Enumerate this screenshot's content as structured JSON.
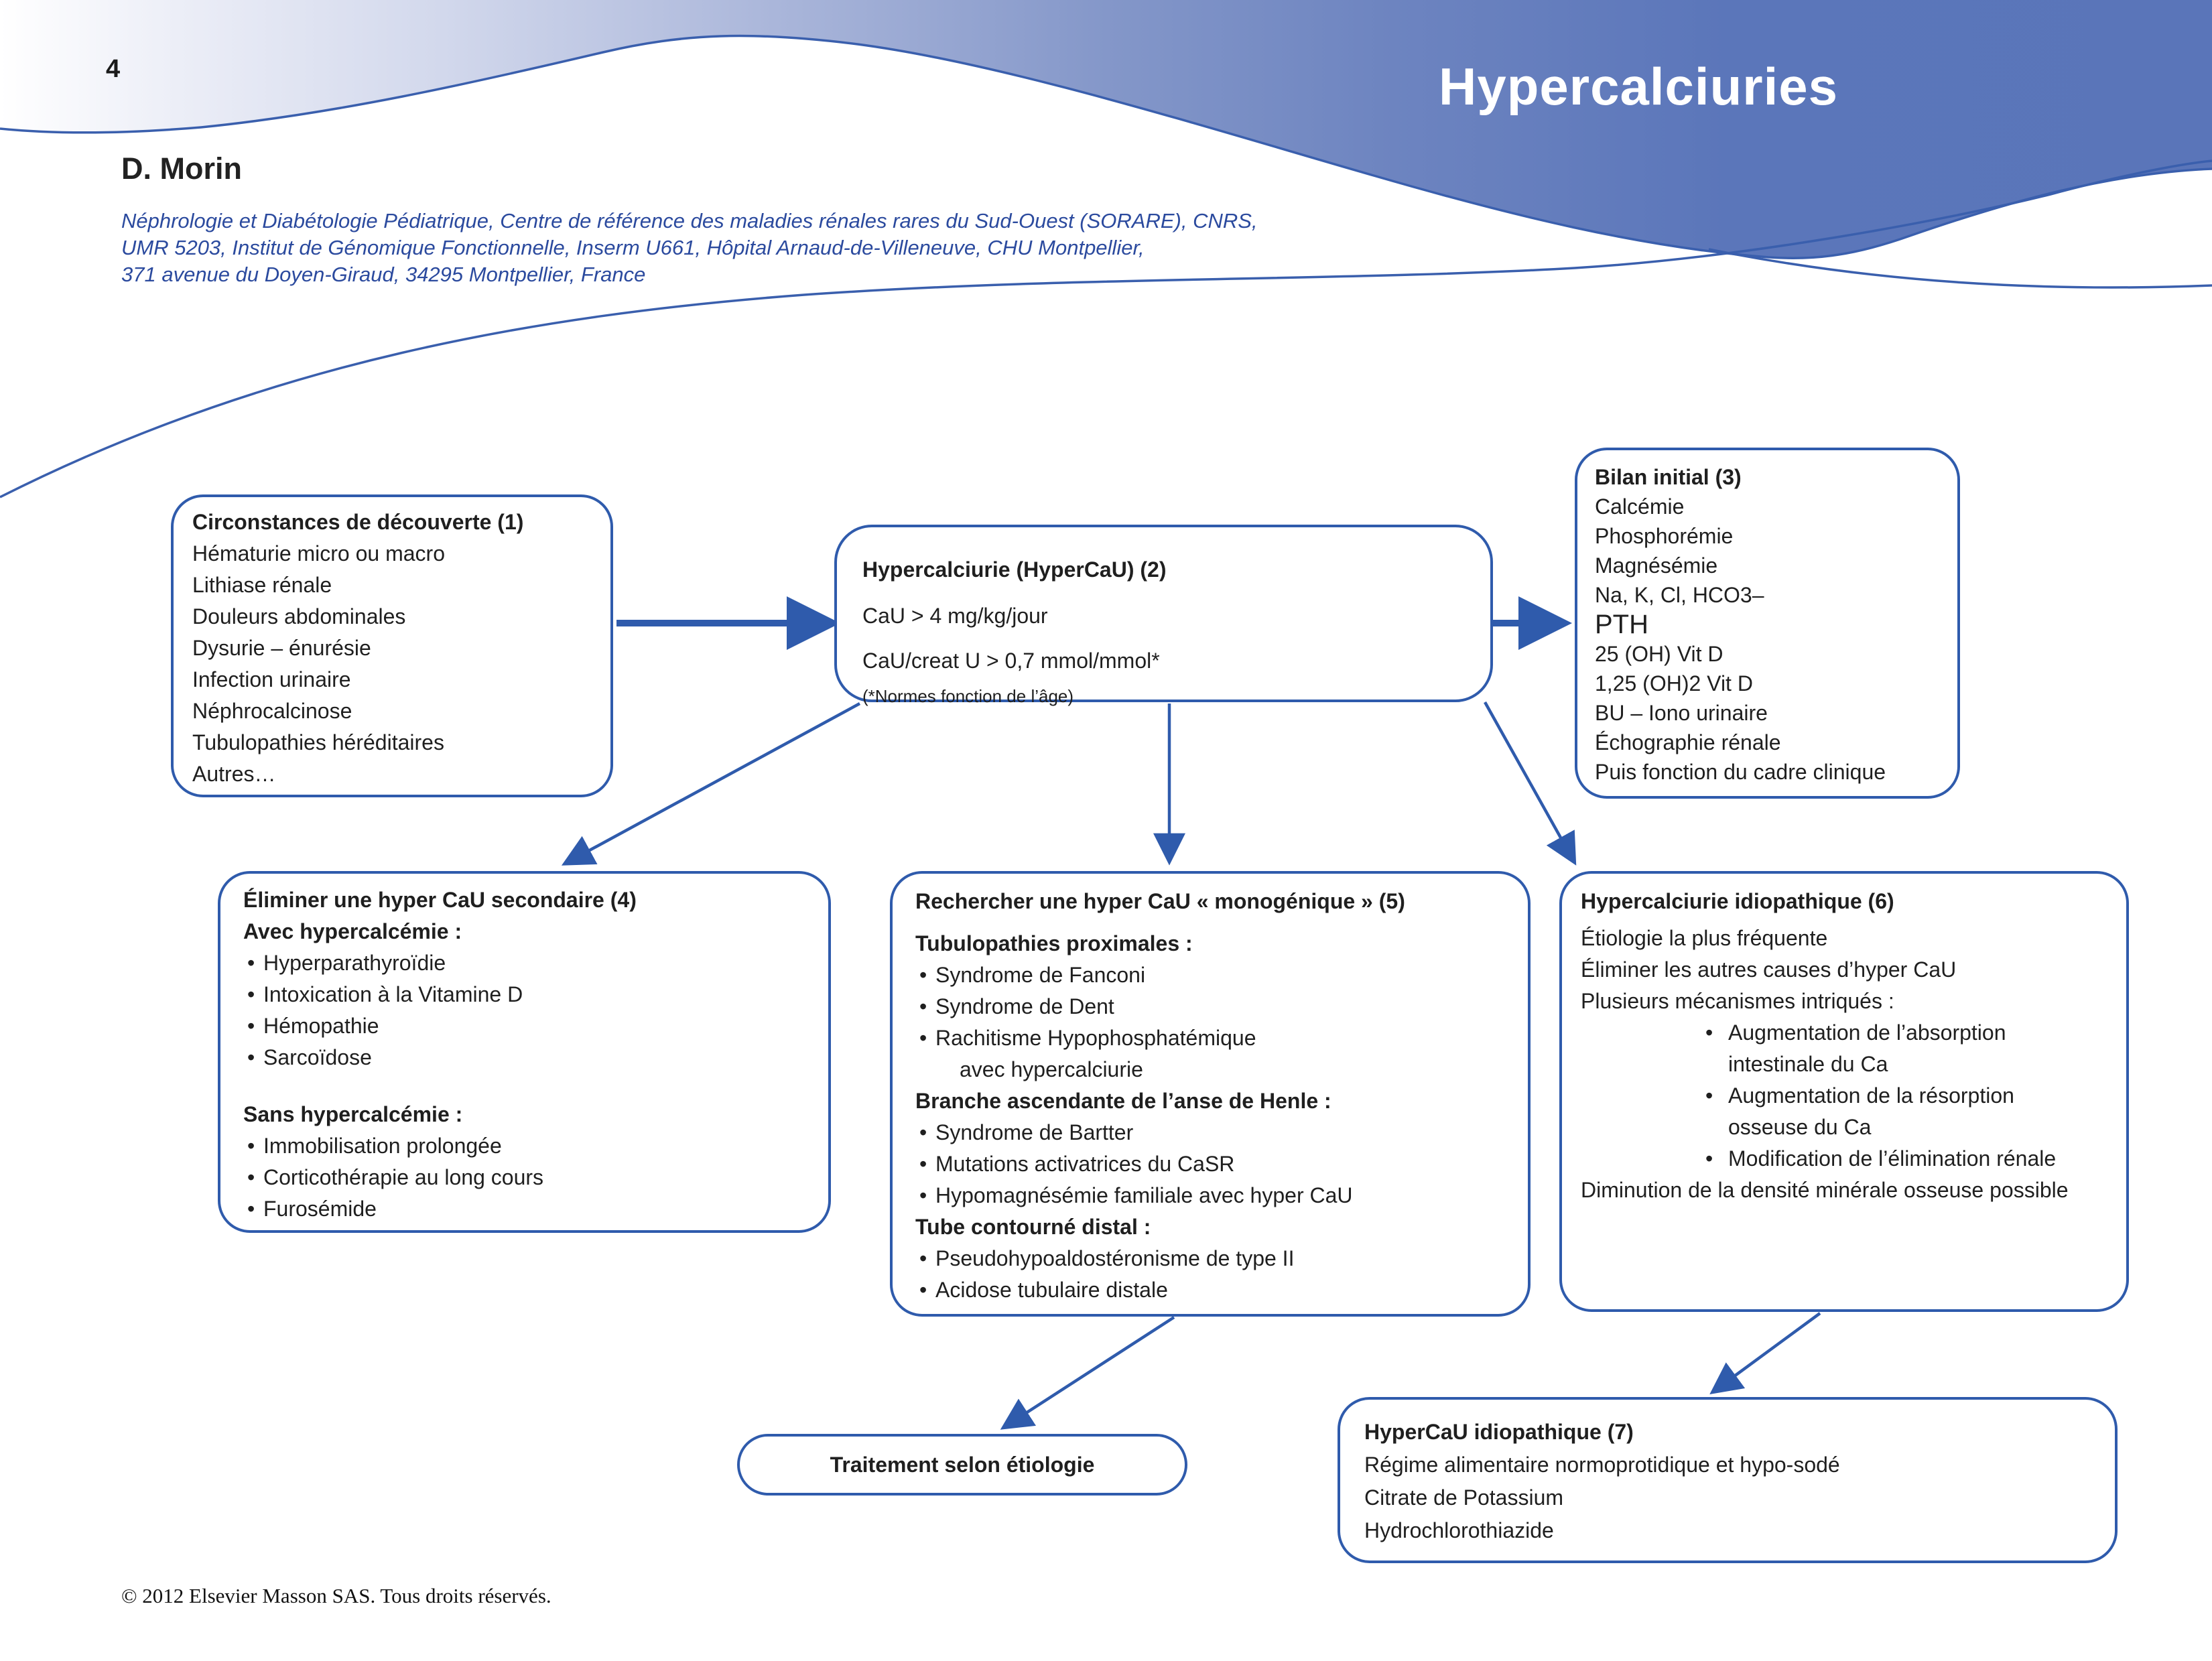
{
  "page": {
    "number": "4",
    "title": "Hypercalciuries",
    "author": "D. Morin",
    "affiliation_lines": [
      "Néphrologie et Diabétologie Pédiatrique, Centre de référence des maladies rénales rares du Sud-Ouest (SORARE), CNRS,",
      "UMR 5203, Institut de Génomique Fonctionnelle, Inserm U661, Hôpital Arnaud-de-Villeneuve, CHU Montpellier,",
      "371 avenue du Doyen-Giraud, 34295 Montpellier, France"
    ],
    "copyright": "© 2012 Elsevier Masson SAS. Tous droits réservés."
  },
  "colors": {
    "accent_border": "#2f5bac",
    "arrow": "#2f5bac",
    "band_dark": "#5571b7",
    "band_light": "#eceef7",
    "affiliation_text": "#2b4a9e",
    "title_text": "#ffffff",
    "body_text": "#1f1f1f"
  },
  "boxes": {
    "box1": {
      "title": "Circonstances de découverte (1)",
      "lines": [
        "Hématurie micro ou macro",
        "Lithiase rénale",
        "Douleurs abdominales",
        "Dysurie – énurésie",
        "Infection urinaire",
        "Néphrocalcinose",
        "Tubulopathies héréditaires",
        "Autres…"
      ]
    },
    "box2": {
      "title": "Hypercalciurie (HyperCaU) (2)",
      "lines": [
        "CaU > 4 mg/kg/jour",
        "CaU/creat U > 0,7 mmol/mmol*"
      ],
      "note": "(*Normes fonction de l’âge)"
    },
    "box3": {
      "title": "Bilan initial (3)",
      "lines": [
        "Calcémie",
        "Phosphorémie",
        "Magnésémie",
        "Na, K, Cl, HCO3–",
        "PTH",
        "25 (OH) Vit D",
        "1,25 (OH)2 Vit D",
        "BU – Iono urinaire",
        "Échographie rénale",
        "Puis fonction du cadre clinique"
      ]
    },
    "box4": {
      "title": "Éliminer une hyper CaU secondaire (4)",
      "heading1": "Avec hypercalcémie :",
      "bullets1": [
        "Hyperparathyroïdie",
        "Intoxication à la Vitamine D",
        "Hémopathie",
        "Sarcoïdose"
      ],
      "heading2": "Sans hypercalcémie :",
      "bullets2": [
        "Immobilisation prolongée",
        "Corticothérapie au long cours",
        "Furosémide"
      ]
    },
    "box5": {
      "title": "Rechercher une hyper CaU « monogénique » (5)",
      "heading1": "Tubulopathies proximales :",
      "bullets1": [
        "Syndrome de Fanconi",
        "Syndrome de Dent",
        "Rachitisme Hypophosphatémique"
      ],
      "continuation1": "avec hypercalciurie",
      "heading2": "Branche ascendante de l’anse de Henle :",
      "bullets2": [
        "Syndrome de Bartter",
        "Mutations activatrices du CaSR",
        "Hypomagnésémie familiale avec hyper CaU"
      ],
      "heading3": "Tube contourné distal :",
      "bullets3": [
        "Pseudohypoaldostéronisme de type II",
        "Acidose tubulaire distale"
      ]
    },
    "box6": {
      "title": "Hypercalciurie idiopathique (6)",
      "lines": [
        "Étiologie la plus fréquente",
        "Éliminer les autres causes d’hyper CaU",
        "Plusieurs mécanismes intriqués :"
      ],
      "bullet1": "Augmentation de l’absorption",
      "cont1": "intestinale du Ca",
      "bullet2": "Augmentation de la résorption",
      "cont2": "osseuse du Ca",
      "bullet3": "Modification de l’élimination rénale",
      "last_line": "Diminution de la densité minérale osseuse possible"
    },
    "treatment": {
      "label": "Traitement selon étiologie"
    },
    "box7": {
      "title": "HyperCaU idiopathique (7)",
      "lines": [
        "Régime alimentaire normoprotidique et hypo-sodé",
        "Citrate de Potassium",
        "Hydrochlorothiazide"
      ]
    }
  }
}
